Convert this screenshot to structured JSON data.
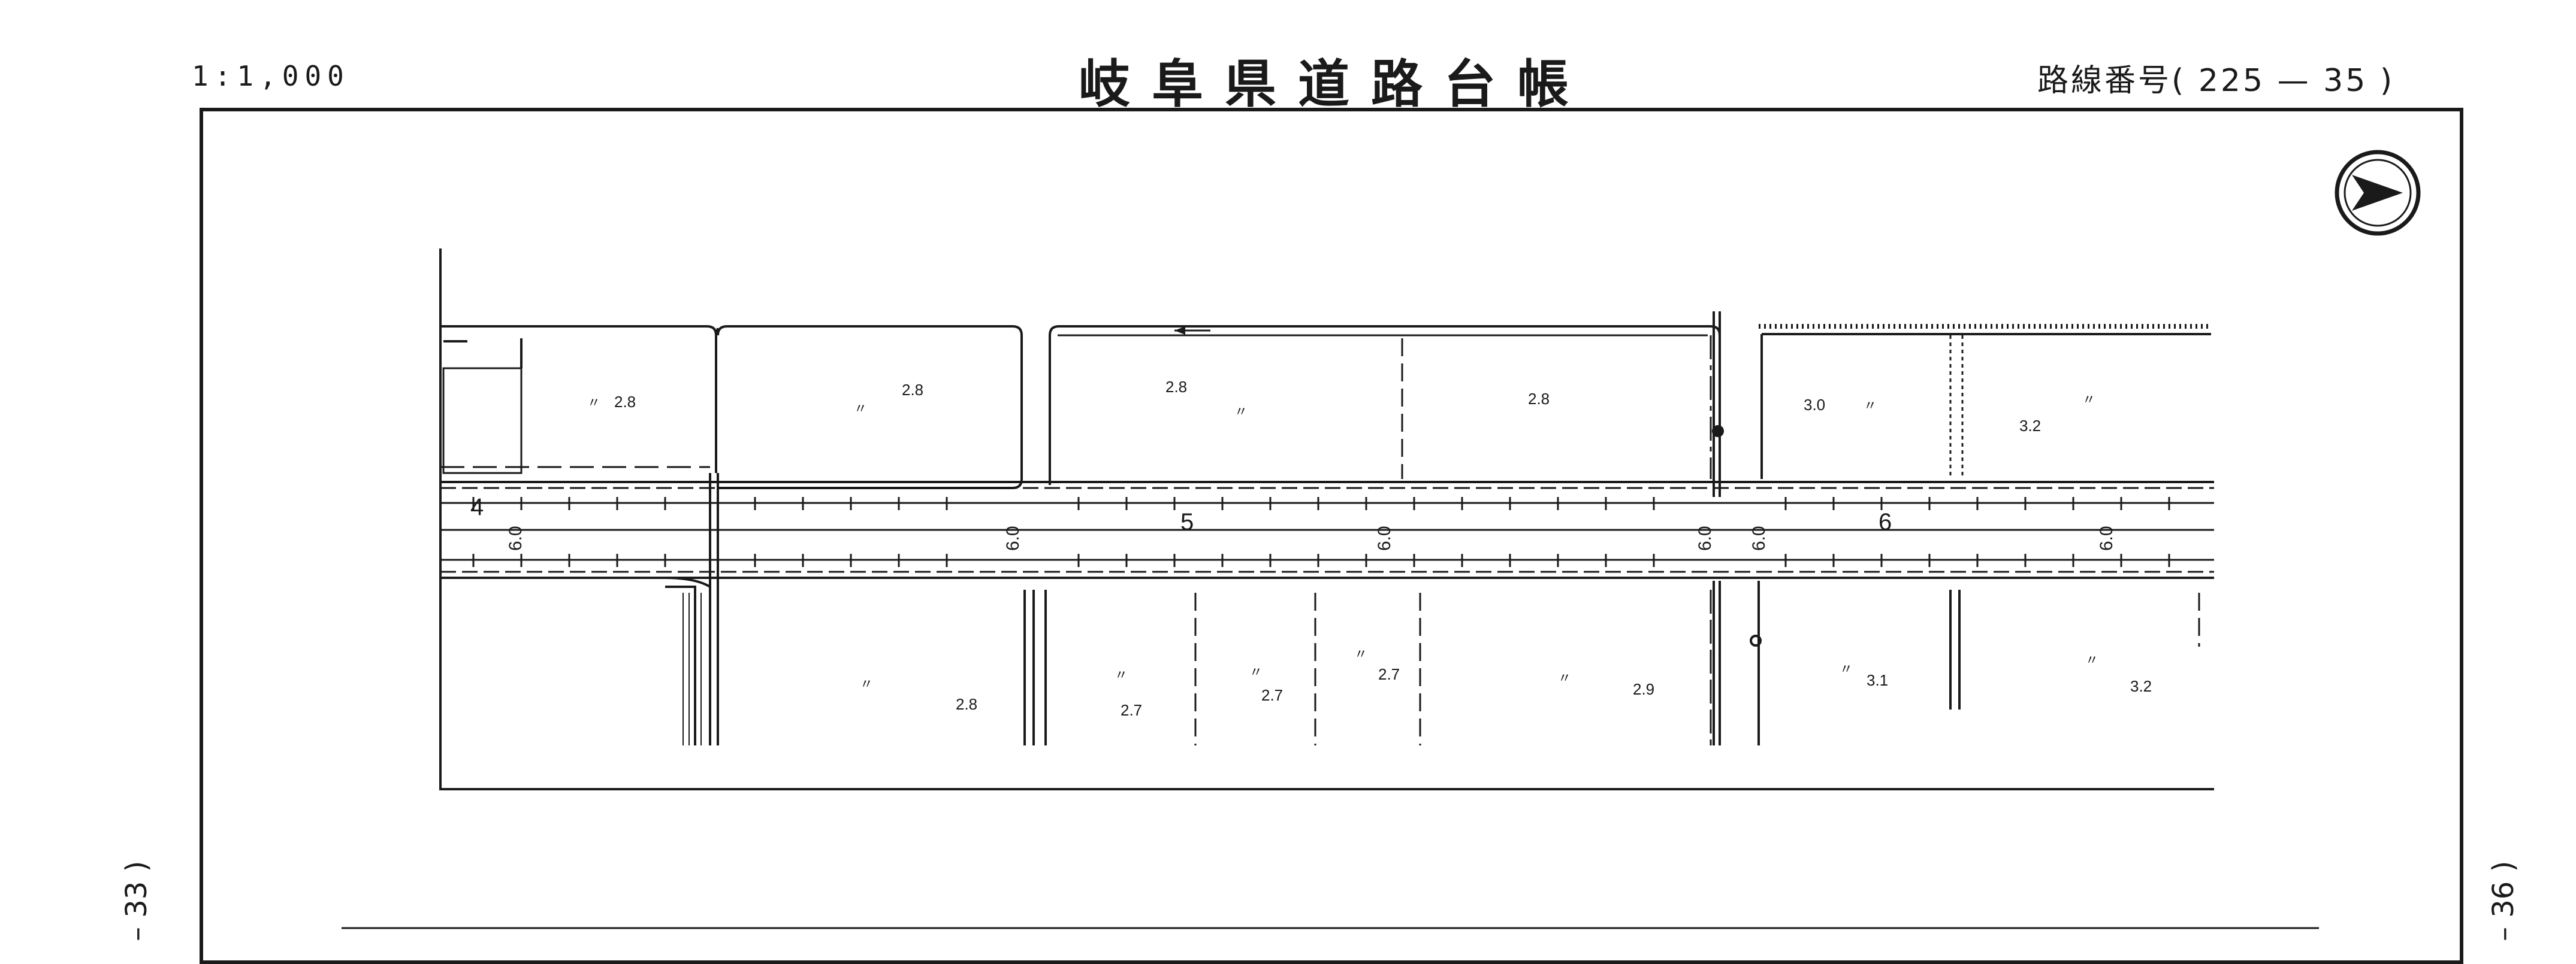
{
  "header": {
    "scale": "1:1,000",
    "title": "岐阜県道路台帳",
    "route_number": "路線番号( 225 — 35 )"
  },
  "side_labels": {
    "left": "– 33 )",
    "right": "– 36 )"
  },
  "section_numbers": [
    "4",
    "5",
    "6"
  ],
  "road_widths": [
    "6.0",
    "6.0",
    "6.0",
    "6.0",
    "6.0",
    "6.0"
  ],
  "elevations_north": [
    "2.8",
    "2.8",
    "2.8",
    "2.8",
    "3.0",
    "3.2"
  ],
  "elevations_south": [
    "2.8",
    "2.7",
    "2.7",
    "2.7",
    "2.9",
    "3.1",
    "3.2"
  ],
  "ditto_mark": "〃",
  "colors": {
    "ink": "#1a1a1a",
    "paper": "#ffffff"
  }
}
